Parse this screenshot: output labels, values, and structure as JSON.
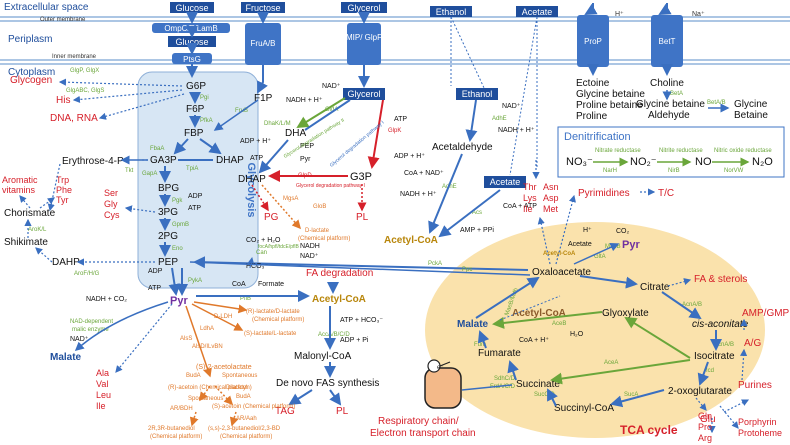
{
  "compartments": {
    "extracellular": "Extracellular space",
    "outer_membrane": "Outer membrane",
    "periplasm": "Periplasm",
    "inner_membrane": "Inner membrane",
    "cytoplasm": "Cytoplasm"
  },
  "transport": {
    "glucose_out": "Glucose",
    "fructose_out": "Fructose",
    "glycerol_out": "Glycerol",
    "ethanol_out": "Ethanol",
    "acetate_out": "Acetate",
    "ompc": "OmpC/F/LamB",
    "glucose_peri": "Glucose",
    "ptsg": "PtsG",
    "frua": "FruA/B",
    "mip": "MIP/ GlpF",
    "prop": "ProP",
    "bett": "BetT",
    "h_plus": "H⁺",
    "na_plus": "Na⁺"
  },
  "osmo": {
    "prop_products": [
      "Ectoine",
      "Glycine betaine",
      "Proline betaine",
      "Proline"
    ],
    "choline": "Choline",
    "beta": "BetA",
    "glycine_betaine_ald": "Glycine betaine Aldehyde",
    "betab": "BetA/B",
    "glycine_betaine": "Glycine Betaine"
  },
  "denitrification": {
    "title": "Denitrification",
    "no3": "NO₃⁻",
    "no2": "NO₂⁻",
    "no": "NO",
    "n2o": "N₂O",
    "e1": "Nitrate reductase",
    "e1b": "NarH",
    "e2": "Nitrite reductase",
    "e2b": "NirB",
    "e3": "Nitric oxide reductase",
    "e3b": "NorVW"
  },
  "glycolysis": {
    "title": "Glycolysis",
    "g6p": "G6P",
    "f6p": "F6P",
    "fbp": "FBP",
    "ga3p": "GA3P",
    "dhap": "DHAP",
    "bpg": "BPG",
    "pg3": "3PG",
    "pg2": "2PG",
    "pep": "PEP",
    "pyr": "Pyr",
    "pgi": "Pgi",
    "pfka": "PfkA",
    "fbaa": "FbaA",
    "tpia": "TpiA",
    "gapa": "GapA",
    "pgk": "Pgk",
    "gpmb": "GpmB",
    "eno": "Eno",
    "pyk": "PykA",
    "adp": "ADP",
    "atp": "ATP"
  },
  "side": {
    "glycogen": "Glycogen",
    "glycogen_enz1": "GlgP, GlgX",
    "glycogen_enz2": "GlgABC, GlgS",
    "his": "His",
    "dna_rna": "DNA, RNA",
    "erythrose": "Erythrose-4-P",
    "tkt": "Tkt",
    "aromatic": "Aromatic vitamins",
    "trp": "Trp",
    "phe": "Phe",
    "tyr": "Tyr",
    "chorismate": "Chorismate",
    "shikimate": "Shikimate",
    "arok": "AroK/L",
    "dahp": "DAHP",
    "arof": "AroF/H/G",
    "ser": "Ser",
    "gly": "Gly",
    "cys": "Cys",
    "frub": "FruB",
    "f1p": "F1P",
    "malate_left": "Malate",
    "nadh_co2": "NADH + CO₂",
    "nad_malic": "NAD-dependent malic enzyme",
    "nad": "NAD⁺",
    "ala": [
      "Ala",
      "Val",
      "Leu",
      "Ile"
    ]
  },
  "glycerol": {
    "glycerol": "Glycerol",
    "nad_plus": "NAD⁺",
    "nadh_h": "NADH + H⁺",
    "gldA": "GldA",
    "dha": "DHA",
    "dhak": "DhaK/L/M",
    "pep": "PEP",
    "pyr": "Pyr",
    "adp_h": "ADP + H⁺",
    "atp": "ATP",
    "dhap": "DHAP",
    "glpk": "GlpK",
    "g3p": "G3P",
    "glpd": "GlpD",
    "pg": "PG",
    "pl": "PL",
    "path1": "Glycerol degradation pathway II",
    "path2": "Glycerol degradation pathway I",
    "path3": "Glycerol degradation pathway I",
    "dlactate": "D-lactate (Chemical platform)",
    "mgsa": "MgsA",
    "glob": "GloB"
  },
  "ethanol": {
    "ethanol": "Ethanol",
    "nad": "NAD⁺",
    "adhe": "AdhE",
    "nadh": "NADH + H⁺",
    "acetaldehyde": "Acetaldehyde",
    "coa_nad": "CoA + NAD⁺",
    "nadh2": "NADH + H⁺",
    "adhe2": "AdhE",
    "acetate": "Acetate",
    "coa_atp": "CoA + ATP",
    "acs": "Acs",
    "amp_ppi": "AMP + PPi",
    "acetyl_coa": "Acetyl-CoA",
    "pcka": "PckA"
  },
  "pyruvate": {
    "pyr": "Pyr",
    "formate": "Formate",
    "focA": "focA/hpfl/tdcE/pflB",
    "coa": "CoA",
    "nadh": "NADH",
    "nad": "NAD⁺",
    "pflb": "PflB",
    "acetyl": "Acetyl-CoA",
    "fa_deg": "FA degradation",
    "atp_hco3": "ATP + HCO₃⁻",
    "accabcd": "AccA/B/C/D",
    "adp_pi": "ADP + Pi",
    "malonyl": "Malonyl-CoA",
    "fas": "De novo FAS synthesis",
    "tag": "TAG",
    "pl": "PL",
    "co2_h2o": "CO₂ + H₂O",
    "can": "Can",
    "hco3": "HCO₃⁻",
    "ppc": "Ppc",
    "ldha": "LdhA",
    "dldh": "D-LDH",
    "rlactate": "(R)-lactate/D-lactate (Chemical platform)",
    "slactate": "(S)-lactate/L-lactate",
    "alss": "AlsS",
    "alsd": "AlsD/ILvBN",
    "s_aceto": "(S)-2-acetolactate",
    "buda": "BudA",
    "spont": "Spontaneous",
    "r_acetoin": "(R)-acetoin (Chemical platform)",
    "diacetyl": "Diacetyl",
    "buda2": "BudA",
    "spont2": "Spontaneous",
    "s_acetoin": "(S)-acetoin (Chemical platform)",
    "buda3": "BudA",
    "arbdh": "AR/BDH",
    "ar_aah": "AR/Aah",
    "butanediol1": "2R,3R-butanediol (Chemical platform)",
    "butanediol2": "(s,s)-2,3-butanediol/2,3-BD (Chemical platform)"
  },
  "tca": {
    "title": "TCA cycle",
    "oxaloacetate": "Oxaloacetate",
    "acetate_in": "Acetate",
    "acetyl_coa": "Acetyl-CoA",
    "glta": "GltA",
    "co2": "CO₂",
    "h_plus": "H⁺",
    "maeb": "MaeB",
    "pyr": "Pyr",
    "pyrimidines": "Pyrimidines",
    "tc": "T/C",
    "thr": [
      "Thr",
      "Asn",
      "Lys",
      "Asp",
      "Ile",
      "Met"
    ],
    "citrate": "Citrate",
    "fa_sterols": "FA & sterols",
    "acnab": "AcnA/B",
    "cis_aconitate": "cis-aconitate",
    "acnab2": "AcnA/B",
    "isocitrate": "Isocitrate",
    "icd": "Icd",
    "oxoglutarate": "2-oxoglutarate",
    "glu": "Glu",
    "suca": "SucA",
    "succinyl": "Succinyl-CoA",
    "succd": "SucC/D",
    "succinate": "Succinate",
    "sdh": "SdhC/D FrdA/C/D",
    "fumarate": "Fumarate",
    "fum": "Fum",
    "malate": "Malate",
    "mdh": "MaeB/Mdh",
    "glyoxylate": "Glyoxylate",
    "acetyl_coa2": "Acetyl-CoA",
    "aceb": "AceB",
    "coa_h": "CoA + H⁺",
    "h2o": "H₂O",
    "acea": "AceA",
    "respiratory": "Respiratory chain/ Electron transport chain",
    "amp_gmp": "AMP/GMP",
    "ag": "A/G",
    "purines": "Purines",
    "gln": [
      "Gln",
      "Pro",
      "Arg"
    ],
    "porphyrin": "Porphyrin",
    "protoheme": "Protoheme"
  },
  "colors": {
    "blue": "#1f4e9c",
    "transporter": "#3f74c6",
    "red": "#d6202a",
    "green": "#6aa63a",
    "orange": "#e0792b",
    "tca_fill": "#fae2ac",
    "glyco_fill": "#d7e6f4",
    "membrane": "#7aa3d4"
  }
}
